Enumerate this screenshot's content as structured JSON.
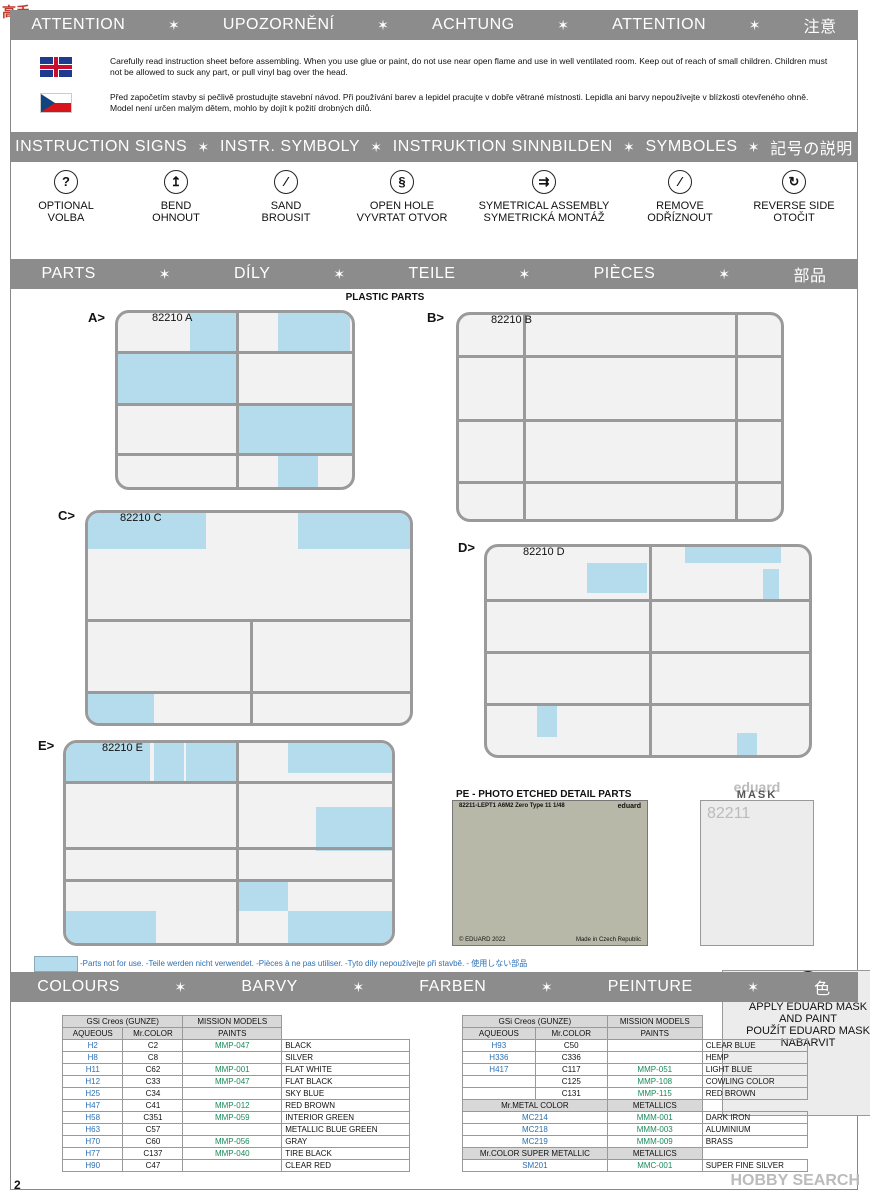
{
  "watermark_tl": "高手",
  "watermark_br": "HOBBY SEARCH",
  "page_number": "2",
  "attention_band": [
    "ATTENTION",
    "UPOZORNĚNÍ",
    "ACHTUNG",
    "ATTENTION",
    "注意"
  ],
  "warnings": {
    "en": "Carefully read instruction sheet before assembling. When you use glue or paint, do not use near open flame and use in well ventilated room. Keep out of reach of small children. Children must not be allowed to suck any part, or pull vinyl bag over the head.",
    "cz": "Před započetím stavby si pečlivě prostudujte stavební návod. Při používání barev a lepidel pracujte v dobře větrané místnosti. Lepidla ani barvy nepoužívejte v blízkosti otevřeného ohně. Model není určen malým dětem, mohlo by dojít k požití drobných dílů."
  },
  "signs_band": [
    "INSTRUCTION SIGNS",
    "INSTR. SYMBOLY",
    "INSTRUKTION SINNBILDEN",
    "SYMBOLES",
    "記号の説明"
  ],
  "signs": [
    {
      "icon": "question-icon",
      "glyph": "?",
      "l1": "OPTIONAL",
      "l2": "VOLBA"
    },
    {
      "icon": "bend-icon",
      "glyph": "↥",
      "l1": "BEND",
      "l2": "OHNOUT"
    },
    {
      "icon": "sand-icon",
      "glyph": "⁄",
      "l1": "SAND",
      "l2": "BROUSIT"
    },
    {
      "icon": "drill-icon",
      "glyph": "§",
      "l1": "OPEN HOLE",
      "l2": "VYVRTAT OTVOR"
    },
    {
      "icon": "symmetric-icon",
      "glyph": "⇉",
      "l1": "SYMETRICAL ASSEMBLY",
      "l2": "SYMETRICKÁ MONTÁŽ"
    },
    {
      "icon": "remove-icon",
      "glyph": "∕",
      "l1": "REMOVE",
      "l2": "ODŘÍZNOUT"
    },
    {
      "icon": "reverse-icon",
      "glyph": "↻",
      "l1": "REVERSE SIDE",
      "l2": "OTOČIT"
    },
    {
      "icon": "mask-icon",
      "glyph": "★",
      "l1": "APPLY EDUARD MASK",
      "l2": "AND PAINT",
      "l3": "POUŽÍT EDUARD MASK",
      "l4": "NABARVIT"
    }
  ],
  "parts_band": [
    "PARTS",
    "DÍLY",
    "TEILE",
    "PIÈCES",
    "部品"
  ],
  "plastic_title": "PLASTIC PARTS",
  "sprues": {
    "a": {
      "label": "A>",
      "code": "82210 A"
    },
    "b": {
      "label": "B>",
      "code": "82210 B"
    },
    "c": {
      "label": "C>",
      "code": "82210 C"
    },
    "d": {
      "label": "D>",
      "code": "82210 D"
    },
    "e": {
      "label": "E>",
      "code": "82210 E"
    }
  },
  "pe_title": "PE - PHOTO ETCHED DETAIL PARTS",
  "pe_fret": {
    "name": "82211-LEPT1 A6M2 Zero Type 11   1/48",
    "brand": "eduard",
    "copy": "© EDUARD 2022",
    "made": "Made in Czech Republic"
  },
  "mask_fret": {
    "brand": "eduard",
    "title": "MASK",
    "code": "82211"
  },
  "not_use_text": "-Parts not for use. -Teile werden nicht verwendet. -Pièces à ne pas utiliser. -Tyto díly nepoužívejte při stavbě. -   使用しない部品",
  "colours_band": [
    "COLOURS",
    "BARVY",
    "FARBEN",
    "PEINTURE",
    "色"
  ],
  "colour_table_left": {
    "head1": "GSi Creos (GUNZE)",
    "head_mm": "MISSION MODELS",
    "col_aq": "AQUEOUS",
    "col_mr": "Mr.COLOR",
    "col_paint": "PAINTS",
    "rows": [
      {
        "aq": "H2",
        "mr": "C2",
        "mm": "MMP-047",
        "name": "BLACK"
      },
      {
        "aq": "H8",
        "mr": "C8",
        "mm": "",
        "name": "SILVER"
      },
      {
        "aq": "H11",
        "mr": "C62",
        "mm": "MMP-001",
        "name": "FLAT WHITE"
      },
      {
        "aq": "H12",
        "mr": "C33",
        "mm": "MMP-047",
        "name": "FLAT BLACK"
      },
      {
        "aq": "H25",
        "mr": "C34",
        "mm": "",
        "name": "SKY BLUE"
      },
      {
        "aq": "H47",
        "mr": "C41",
        "mm": "MMP-012",
        "name": "RED BROWN"
      },
      {
        "aq": "H58",
        "mr": "C351",
        "mm": "MMP-059",
        "name": "INTERIOR GREEN"
      },
      {
        "aq": "H63",
        "mr": "C57",
        "mm": "",
        "name": "METALLIC BLUE GREEN"
      },
      {
        "aq": "H70",
        "mr": "C60",
        "mm": "MMP-056",
        "name": "GRAY"
      },
      {
        "aq": "H77",
        "mr": "C137",
        "mm": "MMP-040",
        "name": "TIRE BLACK"
      },
      {
        "aq": "H90",
        "mr": "C47",
        "mm": "",
        "name": "CLEAR RED"
      }
    ]
  },
  "colour_table_right": {
    "head1": "GSi Creos (GUNZE)",
    "head_mm": "MISSION MODELS",
    "col_aq": "AQUEOUS",
    "col_mr": "Mr.COLOR",
    "col_paint": "PAINTS",
    "rows": [
      {
        "aq": "H93",
        "mr": "C50",
        "mm": "",
        "name": "CLEAR BLUE"
      },
      {
        "aq": "H336",
        "mr": "C336",
        "mm": "",
        "name": "HEMP"
      },
      {
        "aq": "H417",
        "mr": "C117",
        "mm": "MMP-051",
        "name": "LIGHT BLUE"
      },
      {
        "aq": "",
        "mr": "C125",
        "mm": "MMP-108",
        "name": "COWLING COLOR"
      },
      {
        "aq": "",
        "mr": "C131",
        "mm": "MMP-115",
        "name": "RED BROWN"
      }
    ],
    "metal_head": "Mr.METAL COLOR",
    "metallics_head": "METALLICS",
    "metal_rows": [
      {
        "code": "MC214",
        "mm": "MMM-001",
        "name": "DARK IRON"
      },
      {
        "code": "MC218",
        "mm": "MMM-003",
        "name": "ALUMINIUM"
      },
      {
        "code": "MC219",
        "mm": "MMM-009",
        "name": "BRASS"
      }
    ],
    "super_head": "Mr.COLOR SUPER METALLIC",
    "super_metallics_head": "METALLICS",
    "super_rows": [
      {
        "code": "SM201",
        "mm": "MMC-001",
        "name": "SUPER FINE SILVER"
      }
    ]
  }
}
